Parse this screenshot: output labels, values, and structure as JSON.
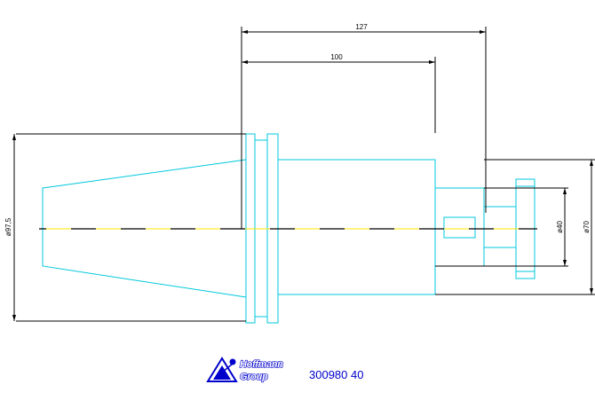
{
  "dimensions": {
    "overall_length": "127",
    "gauge_length": "100",
    "flange_diameter": "ø97,5",
    "shank_diameter": "ø70",
    "bore_diameter": "ø40"
  },
  "logo": {
    "line1": "Hoffmann",
    "line2": "Group"
  },
  "part_number": "300980 40",
  "colors": {
    "outline": "#00c8dc",
    "dimension": "#000000",
    "centerline": "#ffe600",
    "brand": "#0000cc"
  }
}
